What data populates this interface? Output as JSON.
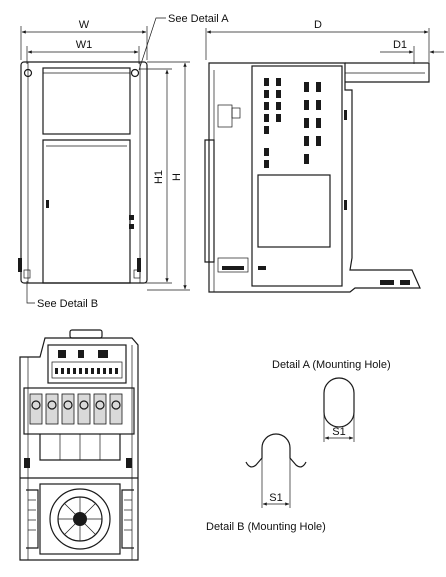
{
  "labels": {
    "w": "W",
    "w1": "W1",
    "d": "D",
    "d1": "D1",
    "h": "H",
    "h1": "H1",
    "see_detail_a": "See Detail A",
    "see_detail_b": "See Detail B",
    "detail_a_title": "Detail A (Mounting Hole)",
    "detail_b_title": "Detail B (Mounting Hole)",
    "s1_a": "S1",
    "s1_b": "S1"
  }
}
